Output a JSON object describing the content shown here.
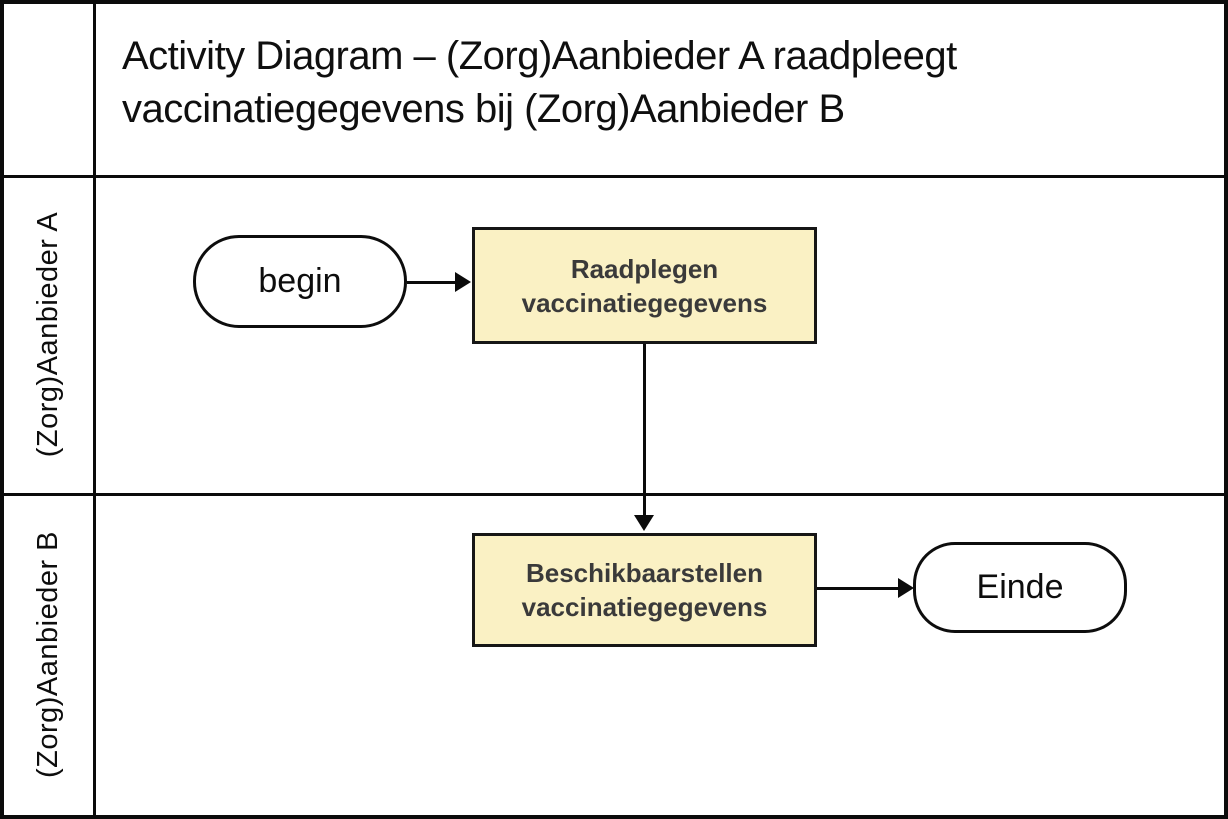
{
  "diagram": {
    "title": {
      "line1": "Activity Diagram – (Zorg)Aanbieder A raadpleegt",
      "line2": "vaccinatiegegevens bij (Zorg)Aanbieder B"
    },
    "lanes": [
      {
        "label": "(Zorg)Aanbieder A"
      },
      {
        "label": "(Zorg)Aanbieder B"
      }
    ],
    "nodes": {
      "start": {
        "type": "start",
        "label": "begin",
        "lane": "(Zorg)Aanbieder A"
      },
      "activity_raadplegen": {
        "type": "activity",
        "line1": "Raadplegen",
        "line2": "vaccinatiegegevens",
        "lane": "(Zorg)Aanbieder A"
      },
      "activity_beschikbaarstellen": {
        "type": "activity",
        "line1": "Beschikbaarstellen",
        "line2": "vaccinatiegegevens",
        "lane": "(Zorg)Aanbieder B"
      },
      "end": {
        "type": "end",
        "label": "Einde",
        "lane": "(Zorg)Aanbieder B"
      }
    },
    "edges": [
      {
        "from": "begin",
        "to": "Raadplegen vaccinatiegegevens",
        "direction": "right"
      },
      {
        "from": "Raadplegen vaccinatiegegevens",
        "to": "Beschikbaarstellen vaccinatiegegevens",
        "direction": "down"
      },
      {
        "from": "Beschikbaarstellen vaccinatiegegevens",
        "to": "Einde",
        "direction": "right"
      }
    ],
    "colors": {
      "activity_fill": "#FAF1C4",
      "activity_text": "#3A3A3A",
      "line": "#0B0B0B",
      "background": "#FFFFFF"
    }
  }
}
